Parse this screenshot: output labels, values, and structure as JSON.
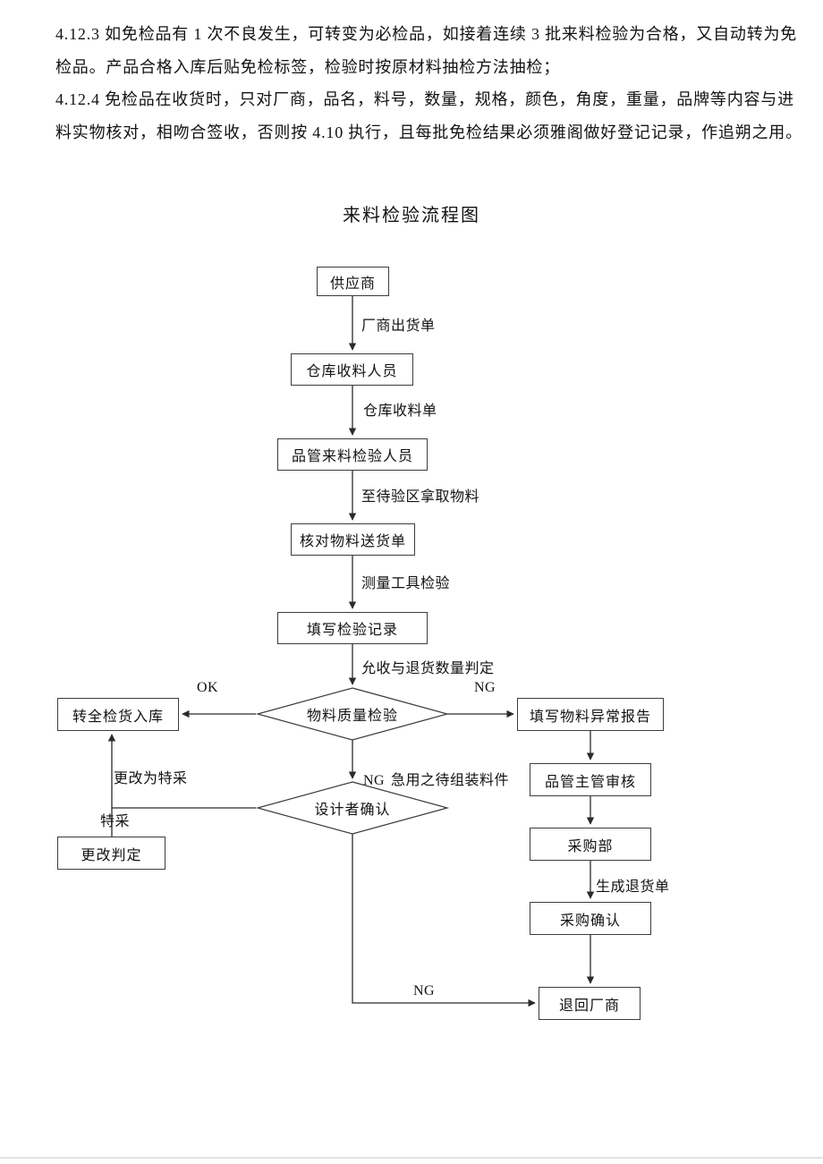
{
  "document": {
    "lines": [
      "4.12.3 如免检品有 1 次不良发生，可转变为必检品，如接着连续 3 批来料检验为合格，又自动转为免",
      "检品。产品合格入库后贴免检标签，检验时按原材料抽检方法抽检；",
      "4.12.4 免检品在收货时，只对厂商，品名，料号，数量，规格，颜色，角度，重量，品牌等内容与进",
      "料实物核对，相吻合签收，否则按 4.10 执行，且每批免检结果必须雅阁做好登记记录，作追朔之用。"
    ],
    "title": "来料检验流程图"
  },
  "flowchart": {
    "nodes": {
      "supplier": "供应商",
      "warehouse_receiver": "仓库收料人员",
      "qc_inspector": "品管来料检验人员",
      "verify_delivery": "核对物料送货单",
      "fill_record": "填写检验记录",
      "quality_check": "物料质量检验",
      "to_warehouse": "转全检货入库",
      "abnormal_report": "填写物料异常报告",
      "designer_confirm": "设计者确认",
      "change_judgment": "更改判定",
      "qc_supervisor": "品管主管审核",
      "purchasing_dept": "采购部",
      "purchase_confirm": "采购确认",
      "return_vendor": "退回厂商"
    },
    "edge_labels": {
      "shipping_note": "厂商出货单",
      "receiving_note": "仓库收料单",
      "fetch_material": "至待验区拿取物料",
      "tool_inspection": "测量工具检验",
      "quantity_judgment": "允收与退货数量判定",
      "ok": "OK",
      "ng_right": "NG",
      "ng_mid": "NG",
      "urgent_parts": "急用之待组装料件",
      "change_to_special": "更改为特采",
      "special": "特采",
      "generate_return": "生成退货单",
      "ng_bottom": "NG"
    },
    "colors": {
      "line": "#2b2b2b",
      "box_border": "#3c3c3c",
      "text": "#121212"
    }
  }
}
